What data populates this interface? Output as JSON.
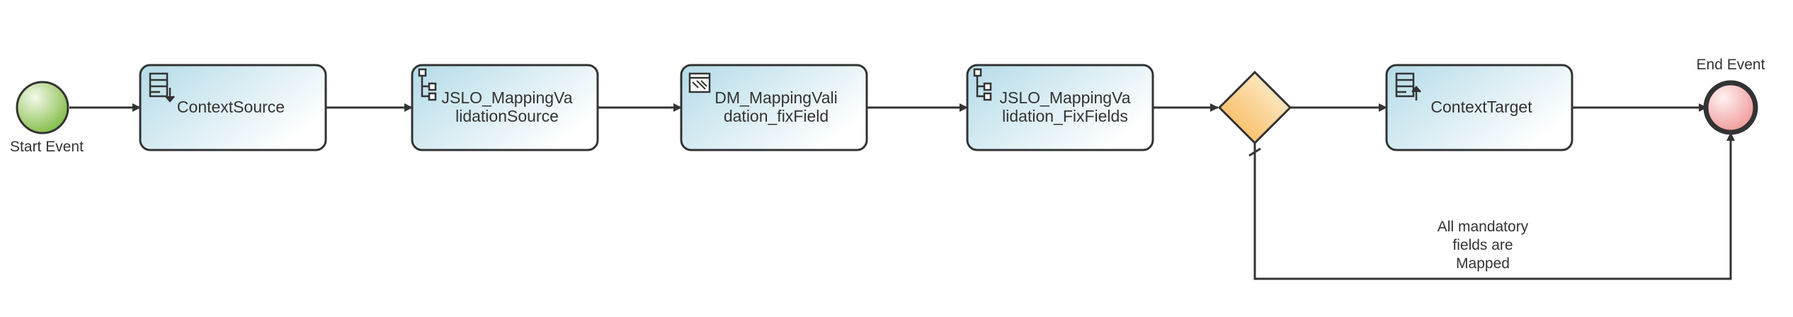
{
  "diagram": {
    "start_event": {
      "label": "Start Event",
      "icon": "start-event-circle"
    },
    "end_event": {
      "label": "End Event",
      "icon": "end-event-circle"
    },
    "tasks": [
      {
        "id": "context-source",
        "lines": [
          "ContextSource"
        ],
        "icon": "data-source-icon"
      },
      {
        "id": "jslo-mapping-validation-source",
        "lines": [
          "JSLO_MappingVa",
          "lidationSource"
        ],
        "icon": "tree-structure-icon"
      },
      {
        "id": "dm-mapping-validation-fixfield",
        "lines": [
          "DM_MappingVali",
          "dation_fixField"
        ],
        "icon": "decision-table-icon"
      },
      {
        "id": "jslo-mapping-validation-fixfields",
        "lines": [
          "JSLO_MappingVa",
          "lidation_FixFields"
        ],
        "icon": "tree-structure-icon"
      },
      {
        "id": "context-target",
        "lines": [
          "ContextTarget"
        ],
        "icon": "data-target-icon"
      }
    ],
    "gateway": {
      "icon": "exclusive-gateway-diamond"
    },
    "condition_label": [
      "All mandatory",
      "fields are",
      "Mapped"
    ],
    "colors": {
      "task_fill_dark": "#b8dde9",
      "task_fill_light": "#ffffff",
      "stroke": "#333333",
      "start_fill": "#8cc63f",
      "end_fill": "#f4a6a6",
      "gateway_fill": "#f9c86b"
    }
  }
}
